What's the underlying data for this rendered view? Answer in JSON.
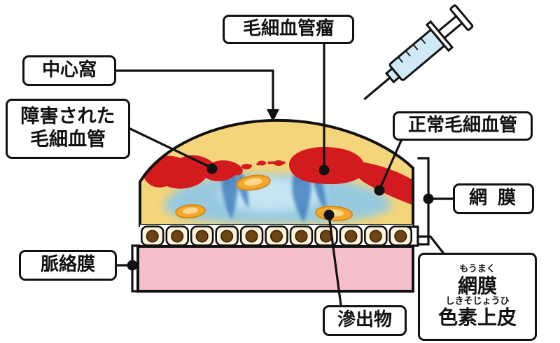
{
  "labels": {
    "aneurysm": "毛細血管瘤",
    "fovea": "中心窩",
    "damaged_line1": "障害された",
    "damaged_line2": "毛細血管",
    "normal_capillary": "正常毛細血管",
    "retina": "網 膜",
    "choroid": "脈絡膜",
    "exudate": "滲出物",
    "rpe_furigana_1": "もうまく",
    "rpe_text_1": "網膜",
    "rpe_furigana_2": "しきそじょうひ",
    "rpe_text_2": "色素上皮"
  },
  "icons": {
    "syringe": "syringe-icon"
  },
  "figure": {
    "rpe_cell_count": 11
  },
  "colors": {
    "dome": "#f5d57b",
    "vessel_red": "#d31a1f",
    "edema_blue": "#8ec9e8",
    "edema_deep": "#2a6db5",
    "exudate": "#f5a72e",
    "exudate_light": "#fbd98a",
    "cell_fill": "#fdf4dc",
    "cell_nucleus": "#6f4312",
    "choroid_pink": "#f6c0cb",
    "syringe_blue": "#cfe9f6"
  }
}
